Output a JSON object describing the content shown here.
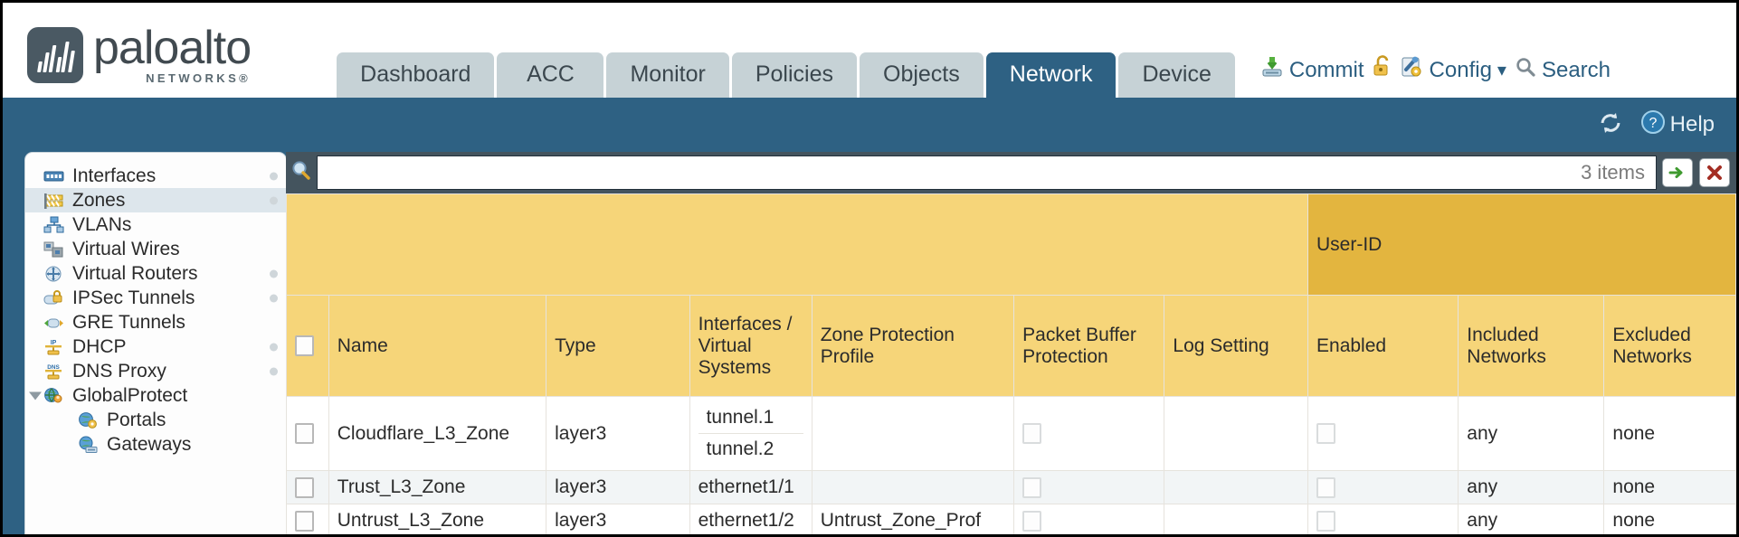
{
  "brand": {
    "name": "paloalto",
    "sub": "NETWORKS®"
  },
  "tabs": [
    {
      "label": "Dashboard",
      "active": false
    },
    {
      "label": "ACC",
      "active": false
    },
    {
      "label": "Monitor",
      "active": false
    },
    {
      "label": "Policies",
      "active": false
    },
    {
      "label": "Objects",
      "active": false
    },
    {
      "label": "Network",
      "active": true
    },
    {
      "label": "Device",
      "active": false
    }
  ],
  "header_tools": {
    "commit": "Commit",
    "commit_icon": "commit-download-icon",
    "lock_icon": "padlock-unlocked-icon",
    "config": "Config",
    "config_icon": "config-wrench-icon",
    "config_caret": "▾",
    "search": "Search",
    "search_icon": "magnifier-icon"
  },
  "bluebar": {
    "refresh_icon": "refresh-icon",
    "help": "Help",
    "help_icon": "help-question-icon"
  },
  "sidebar": {
    "items": [
      {
        "label": "Interfaces",
        "icon": "interfaces-icon",
        "selected": false,
        "dot": true,
        "child": false,
        "caret": false
      },
      {
        "label": "Zones",
        "icon": "zones-barrier-icon",
        "selected": true,
        "dot": true,
        "child": false,
        "caret": false
      },
      {
        "label": "VLANs",
        "icon": "vlans-icon",
        "selected": false,
        "dot": false,
        "child": false,
        "caret": false
      },
      {
        "label": "Virtual Wires",
        "icon": "virtual-wires-icon",
        "selected": false,
        "dot": false,
        "child": false,
        "caret": false
      },
      {
        "label": "Virtual Routers",
        "icon": "virtual-routers-icon",
        "selected": false,
        "dot": true,
        "child": false,
        "caret": false
      },
      {
        "label": "IPSec Tunnels",
        "icon": "ipsec-tunnels-icon",
        "selected": false,
        "dot": true,
        "child": false,
        "caret": false
      },
      {
        "label": "GRE Tunnels",
        "icon": "gre-tunnels-icon",
        "selected": false,
        "dot": false,
        "child": false,
        "caret": false
      },
      {
        "label": "DHCP",
        "icon": "dhcp-icon",
        "selected": false,
        "dot": true,
        "child": false,
        "caret": false
      },
      {
        "label": "DNS Proxy",
        "icon": "dns-proxy-icon",
        "selected": false,
        "dot": true,
        "child": false,
        "caret": false
      },
      {
        "label": "GlobalProtect",
        "icon": "globalprotect-icon",
        "selected": false,
        "dot": false,
        "child": false,
        "caret": true
      },
      {
        "label": "Portals",
        "icon": "portals-icon",
        "selected": false,
        "dot": false,
        "child": true,
        "caret": false
      },
      {
        "label": "Gateways",
        "icon": "gateways-icon",
        "selected": false,
        "dot": false,
        "child": true,
        "caret": false
      }
    ]
  },
  "search": {
    "value": "",
    "placeholder": "",
    "item_count": "3 items",
    "apply_icon": "green-arrow-apply-icon",
    "clear_icon": "red-x-clear-icon"
  },
  "table": {
    "group_header": "User-ID",
    "columns": [
      "Name",
      "Type",
      "Interfaces / Virtual Systems",
      "Zone Protection Profile",
      "Packet Buffer Protection",
      "Log Setting",
      "Enabled",
      "Included Networks",
      "Excluded Networks"
    ],
    "rows": [
      {
        "checked": false,
        "name": "Cloudflare_L3_Zone",
        "type": "layer3",
        "interfaces": [
          "tunnel.1",
          "tunnel.2"
        ],
        "zone_protection_profile": "",
        "packet_buffer_protection": false,
        "log_setting": "",
        "userid_enabled": false,
        "included_networks": "any",
        "excluded_networks": "none"
      },
      {
        "checked": false,
        "name": "Trust_L3_Zone",
        "type": "layer3",
        "interfaces": [
          "ethernet1/1"
        ],
        "zone_protection_profile": "",
        "packet_buffer_protection": false,
        "log_setting": "",
        "userid_enabled": false,
        "included_networks": "any",
        "excluded_networks": "none"
      },
      {
        "checked": false,
        "name": "Untrust_L3_Zone",
        "type": "layer3",
        "interfaces": [
          "ethernet1/2"
        ],
        "zone_protection_profile": "Untrust_Zone_Prof",
        "packet_buffer_protection": false,
        "log_setting": "",
        "userid_enabled": false,
        "included_networks": "any",
        "excluded_networks": "none"
      }
    ]
  },
  "colors": {
    "brand_blue": "#2e6183",
    "tab_inactive": "#c6d2d6",
    "header_gold": "#f6d579",
    "group_gold": "#e3b53f",
    "link_blue": "#3b86ba"
  }
}
